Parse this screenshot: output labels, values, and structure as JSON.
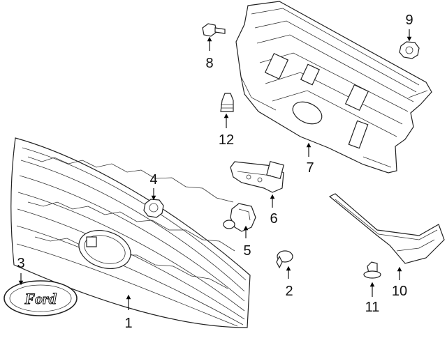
{
  "callouts": [
    "1",
    "2",
    "3",
    "4",
    "5",
    "6",
    "7",
    "8",
    "9",
    "10",
    "11",
    "12"
  ],
  "emblem_text": "Ford"
}
